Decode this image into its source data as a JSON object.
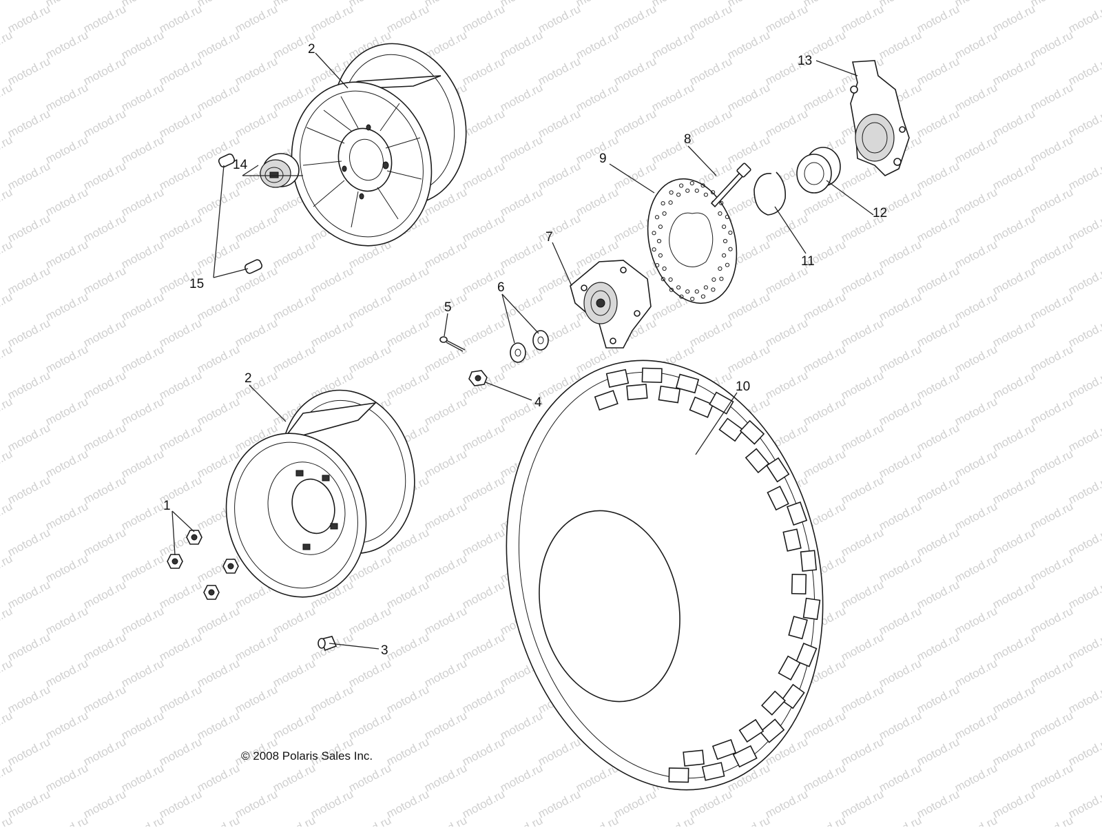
{
  "watermark": {
    "text": "motod.ru"
  },
  "callouts": [
    {
      "number": "1"
    },
    {
      "number": "2"
    },
    {
      "number": "2"
    },
    {
      "number": "3"
    },
    {
      "number": "4"
    },
    {
      "number": "5"
    },
    {
      "number": "6"
    },
    {
      "number": "7"
    },
    {
      "number": "8"
    },
    {
      "number": "9"
    },
    {
      "number": "10"
    },
    {
      "number": "11"
    },
    {
      "number": "12"
    },
    {
      "number": "13"
    },
    {
      "number": "14"
    },
    {
      "number": "15"
    }
  ],
  "copyright": "© 2008 Polaris Sales Inc."
}
